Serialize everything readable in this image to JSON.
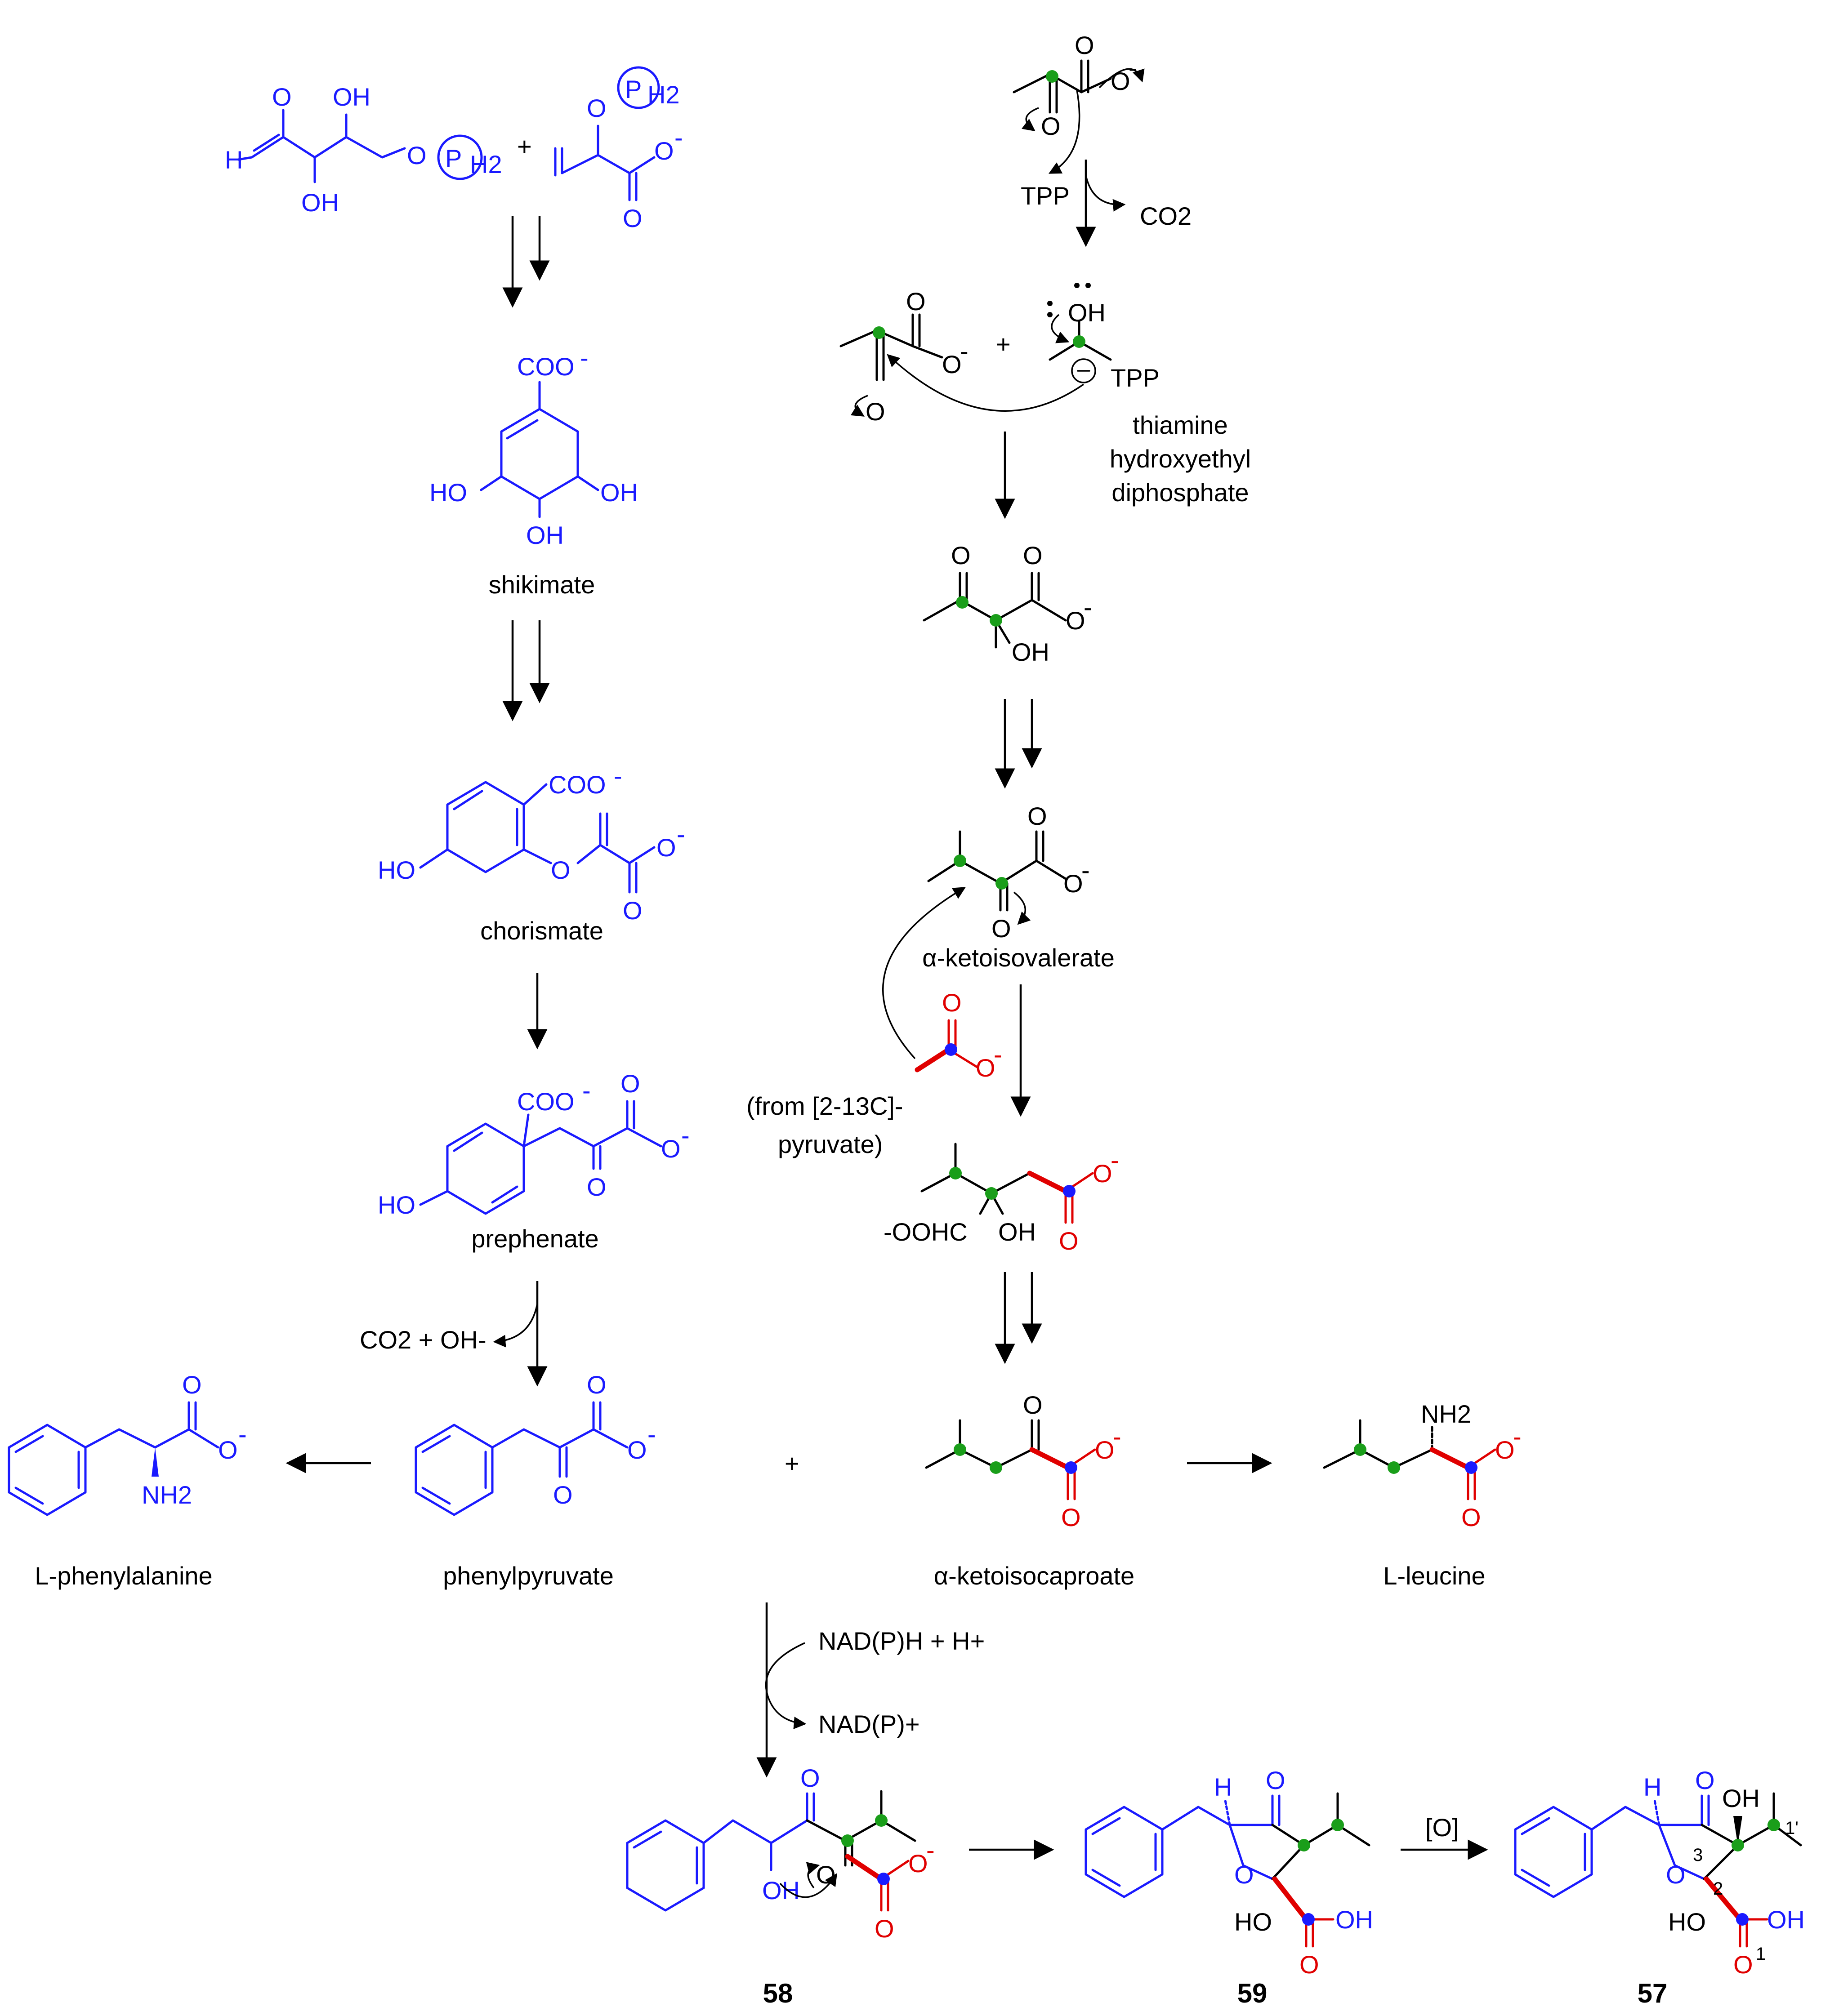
{
  "atoms": {
    "H": "H",
    "O": "O",
    "OH": "OH",
    "HO": "HO",
    "P": "P",
    "H2": "H2",
    "plus": "+",
    "minus": "-",
    "TPP": "TPP",
    "CO2": "CO2",
    "CO2plusOH": "CO2 + OH-",
    "COO": "COO",
    "NH2": "NH2",
    "OOHC": "-OOHC",
    "oxidant": "[O]",
    "nadph": "NAD(P)H + H+",
    "nadp": "NAD(P)+",
    "from_pyruvate_1": "(from [2-13C]-",
    "from_pyruvate_2": "pyruvate)",
    "loc1": "1",
    "loc2": "2",
    "loc3": "3",
    "loc1p": "1'"
  },
  "names": {
    "shikimate": "shikimate",
    "chorismate": "chorismate",
    "prephenate": "prephenate",
    "phenylpyruvate": "phenylpyruvate",
    "l_phenylalanine": "L-phenylalanine",
    "thiamine_1": "thiamine",
    "thiamine_2": "hydroxyethyl",
    "thiamine_3": "diphosphate",
    "ketoisovalerate": "α-ketoisovalerate",
    "ketoisocaproate": "α-ketoisocaproate",
    "l_leucine": "L-leucine"
  },
  "compounds": {
    "c58": "58",
    "c59": "59",
    "c57": "57"
  },
  "colors": {
    "shikimate_pathway": "#1a1aff",
    "pyruvate_label_carbon": "#1a9e1a",
    "acetate_carbon": "#e00000",
    "labeled_carboxyl": "#1a1aff",
    "common": "#000000"
  }
}
